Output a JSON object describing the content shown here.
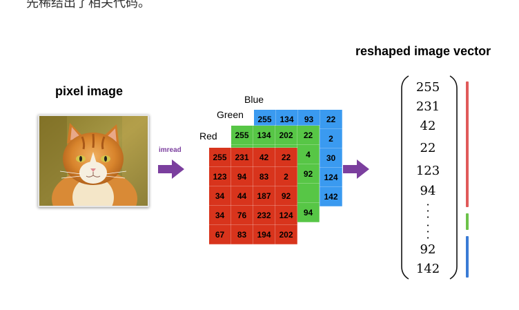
{
  "top_text": "先稀结出了相关代码。",
  "pixel_image_title": "pixel image",
  "vector_title": "reshaped image vector",
  "arrow_label": "imread",
  "layers": {
    "blue": {
      "label": "Blue",
      "color": "#3a9af0",
      "rows": [
        [
          "255",
          "134",
          "93",
          "22"
        ],
        [
          "",
          "",
          "",
          "2"
        ],
        [
          "",
          "",
          "",
          "30"
        ],
        [
          "",
          "",
          "",
          "124"
        ],
        [
          "",
          "",
          "",
          "142"
        ]
      ]
    },
    "green": {
      "label": "Green",
      "color": "#57c646",
      "rows": [
        [
          "255",
          "134",
          "202",
          "22"
        ],
        [
          "",
          "",
          "",
          "4"
        ],
        [
          "",
          "",
          "",
          "92"
        ],
        [
          "",
          "",
          "",
          ""
        ],
        [
          "",
          "",
          "",
          "94"
        ]
      ]
    },
    "red": {
      "label": "Red",
      "color": "#d8341c",
      "rows": [
        [
          "255",
          "231",
          "42",
          "22"
        ],
        [
          "123",
          "94",
          "83",
          "2"
        ],
        [
          "34",
          "44",
          "187",
          "92"
        ],
        [
          "34",
          "76",
          "232",
          "124"
        ],
        [
          "67",
          "83",
          "194",
          "202"
        ]
      ]
    }
  },
  "vector": {
    "top_values": [
      "255",
      "231",
      "42",
      "22",
      "123",
      "94"
    ],
    "bottom_values": [
      "92",
      "142"
    ],
    "bar_colors": {
      "red": "#e05a5a",
      "green": "#6cc24a",
      "blue": "#3a7bd5"
    }
  },
  "arrow_color": "#7b3f9e"
}
